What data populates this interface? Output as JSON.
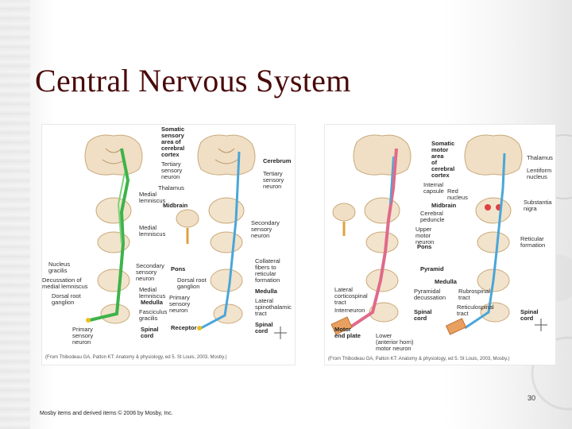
{
  "slide": {
    "title": "Central Nervous System",
    "page_number": "30",
    "footer": "Mosby items and derived items © 2006 by Mosby, Inc."
  },
  "left_figure": {
    "labels": {
      "somatic_sensory_area": "Somatic\nsensory\narea of\ncerebral\ncortex",
      "tertiary_sensory_neuron_a": "Tertiary\nsensory\nneuron",
      "thalamus": "Thalamus",
      "cerebrum": "Cerebrum",
      "tertiary_sensory_neuron_b": "Tertiary\nsensory\nneuron",
      "medial_lemniscus_a": "Medial\nlemniscus",
      "midbrain": "Midbrain",
      "medial_lemniscus_b": "Medial\nlemniscus",
      "secondary_sensory_neuron_a": "Secondary\nsensory\nneuron",
      "nucleus_gracilis": "Nucleus\ngracilis",
      "decussation": "Decussation of\nmedial lemniscus",
      "secondary_sensory_neuron_b": "Secondary\nsensory\nneuron",
      "pons": "Pons",
      "collateral_fibers": "Collateral\nfibers to\nreticular\nformation",
      "dorsal_root_ganglion_a": "Dorsal root\nganglion",
      "medial_lemniscus_c": "Medial\nlemniscus",
      "medulla_a": "Medulla",
      "dorsal_root_ganglion_b": "Dorsal root\nganglion",
      "medulla_b": "Medulla",
      "primary_sensory_neuron_a": "Primary\nsensory\nneuron",
      "lateral_spinothalamic": "Lateral\nspinothalamic\ntract",
      "fasciculus_gracilis": "Fasciculus\ngracilis",
      "primary_sensory_neuron_b": "Primary\nsensory\nneuron",
      "spinal_cord_a": "Spinal\ncord",
      "receptor": "Receptor",
      "spinal_cord_b": "Spinal\ncord"
    },
    "caption": "(From Thibodeau GA, Patton KT: Anatomy & physiology, ed 5. St Louis, 2003, Mosby.)"
  },
  "right_figure": {
    "labels": {
      "somatic_motor_area": "Somatic\nmotor\narea\nof\ncerebral\ncortex",
      "thalamus": "Thalamus",
      "lentiform_nucleus": "Lentiform\nnucleus",
      "internal_capsule": "Internal\ncapsule",
      "red_nucleus": "Red\nnucleus",
      "midbrain": "Midbrain",
      "substantia_nigra": "Substantia\nnigra",
      "cerebral_peduncle": "Cerebral\npeduncle",
      "upper_motor_neuron": "Upper\nmotor\nneuron",
      "pons": "Pons",
      "reticular_formation": "Reticular\nformation",
      "pyramid": "Pyramid",
      "medulla": "Medulla",
      "lateral_corticospinal": "Lateral\ncorticospinal\ntract",
      "pyramidal_decussation": "Pyramidal\ndecussation",
      "rubrospinal": "Rubrospinal\ntract",
      "interneuron": "Interneuron",
      "reticulospinal": "Reticulospinal\ntract",
      "spinal_cord_a": "Spinal\ncord",
      "spinal_cord_b": "Spinal\ncord",
      "motor_end_plate": "Motor\nend plate",
      "lower_motor_neuron": "Lower\n(anterior horn)\nmotor neuron"
    },
    "caption": "(From Thibodeau GA, Patton KT: Anatomy & physiology, ed 5. St Louis, 2003, Mosby.)"
  }
}
